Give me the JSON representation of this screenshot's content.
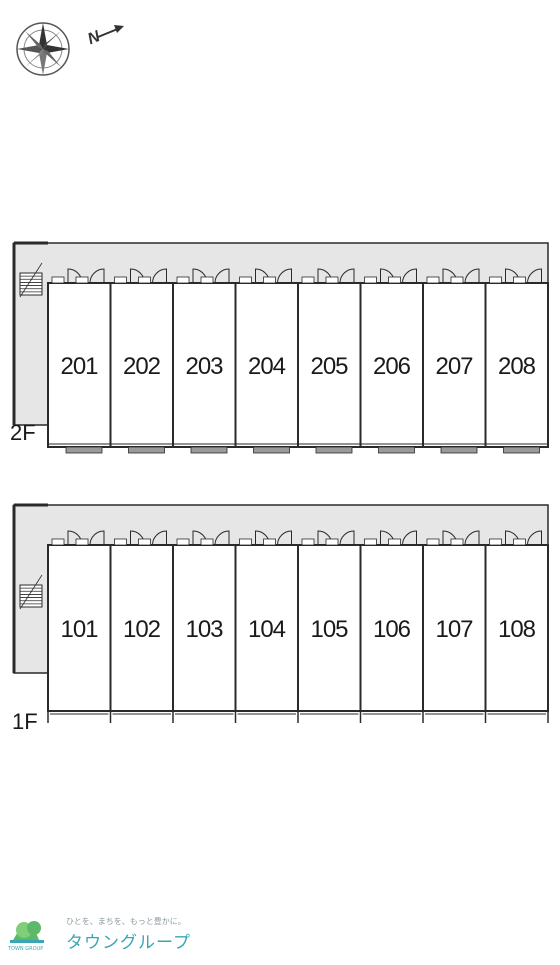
{
  "compass": {
    "north_label": "N"
  },
  "floors": [
    {
      "label": "2F",
      "units": [
        "201",
        "202",
        "203",
        "204",
        "205",
        "206",
        "207",
        "208"
      ]
    },
    {
      "label": "1F",
      "units": [
        "101",
        "102",
        "103",
        "104",
        "105",
        "106",
        "107",
        "108"
      ]
    }
  ],
  "footer": {
    "tagline": "ひとを、まちを、もっと豊かに。",
    "brand": "タウングループ",
    "logo_text": "TOWN GROUP"
  },
  "colors": {
    "corridor": "#e6e6e6",
    "line": "#2a2a2a",
    "window": "#9a9a9a",
    "brand": "#3aa6b4",
    "logo_green": "#5db86a"
  }
}
